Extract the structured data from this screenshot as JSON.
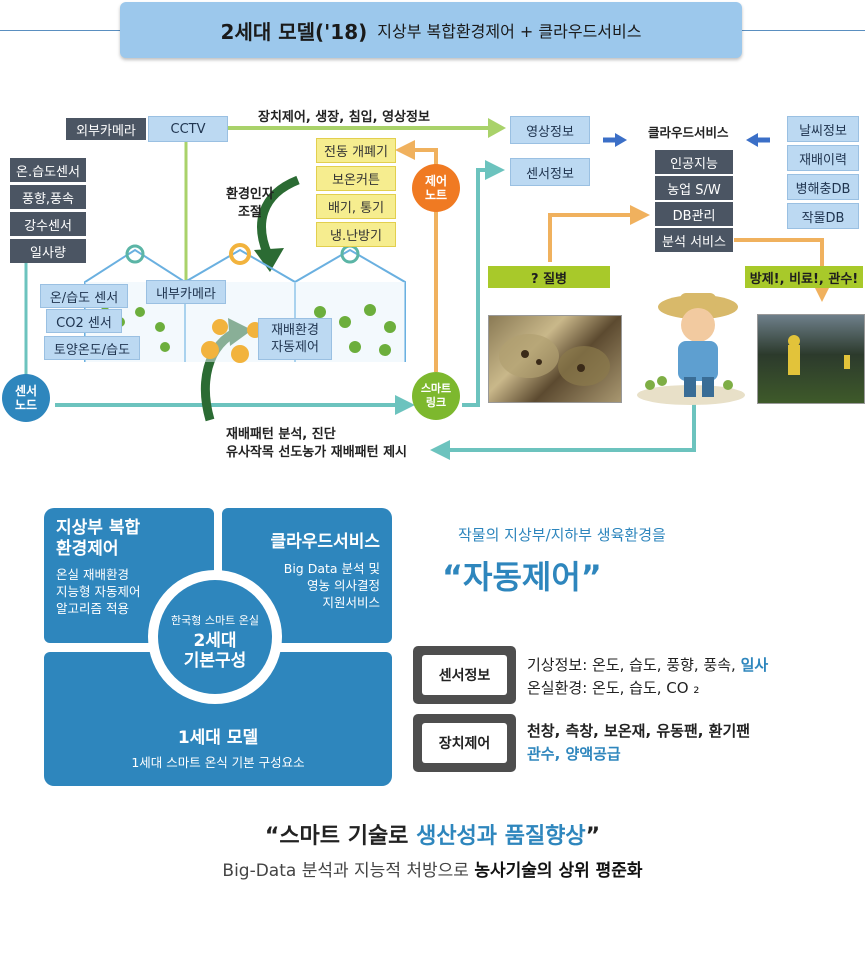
{
  "header": {
    "title_main": "2세대 모델('18)",
    "title_sub": "지상부 복합환경제어 + 클라우드서비스"
  },
  "diagram": {
    "external_camera": "외부카메라",
    "cctv": "CCTV",
    "top_flow_label": "장치제어, 생장, 침입, 영상정보",
    "video_info": "영상정보",
    "sensor_info_box": "센서정보",
    "cloud_title": "클라우드서비스",
    "cloud_items": [
      "인공지능",
      "농업 S/W",
      "DB관리",
      "분석 서비스"
    ],
    "cloud_sources": [
      "날씨정보",
      "재배이력",
      "병해충DB",
      "작물DB"
    ],
    "left_sensors": [
      "온.습도센서",
      "풍향,풍속",
      "강수센서",
      "일사량"
    ],
    "actuators": [
      "전동 개폐기",
      "보온커튼",
      "배기, 통기",
      "냉.난방기"
    ],
    "control_node_l1": "제어",
    "control_node_l2": "노트",
    "env_factor_l1": "환경인자",
    "env_factor_l2": "조절",
    "inner_sensors": [
      "온/습도 센서",
      "CO2 센서",
      "토양온도/습도"
    ],
    "inner_camera": "내부카메라",
    "cultivation_l1": "재배환경",
    "cultivation_l2": "자동제어",
    "sensor_node_l1": "센서",
    "sensor_node_l2": "노드",
    "smart_link_l1": "스마트",
    "smart_link_l2": "링크",
    "disease_label": "? 질병",
    "action_label": "방제!, 비료!, 관수!",
    "bottom_flow_l1": "재배패턴 분석, 진단",
    "bottom_flow_l2": "유사작목 선도농가 재배패턴 제시"
  },
  "composition": {
    "panel_a_title_l1": "지상부 복합",
    "panel_a_title_l2": "환경제어",
    "panel_a_lines": [
      "온실 재배환경",
      "지능형 자동제어",
      "알고리즘 적용"
    ],
    "panel_b_title": "클라우드서비스",
    "panel_b_lines": [
      "Big Data 분석 및",
      "영농 의사결정",
      "지원서비스"
    ],
    "panel_c_title": "1세대 모델",
    "panel_c_text": "1세대 스마트 온식 기본 구성요소",
    "center_small": "한국형 스마트 온실",
    "center_l1": "2세대",
    "center_l2": "기본구성"
  },
  "auto_control": {
    "subtitle": "작물의 지상부/지하부 생육환경을",
    "headline": "“자동제어”",
    "sensor_tag": "센서정보",
    "sensor_line1_a": "기상정보: 온도, 습도, 풍향, 풍속, ",
    "sensor_line1_b": "일사",
    "sensor_line2": "온실환경: 온도, 습도, CO ₂",
    "device_tag": "장치제어",
    "device_line1": "천창, 측창, 보온재, 유동팬, 환기팬",
    "device_line2": "관수, 양액공급"
  },
  "footer": {
    "quote_open": "“스마트 기술로 ",
    "quote_highlight": "생산성과 품질향상",
    "quote_close": "”",
    "line2_a": "Big-Data 분석과 지능적 처방으로 ",
    "line2_b": "농사기술의 상위 평준화"
  },
  "colors": {
    "accent_blue": "#2e86bd",
    "title_bg": "#9cc8ec",
    "arrow_teal": "#6cc3be",
    "arrow_orange": "#f0b15e",
    "arrow_green": "#2b6b33",
    "control_orange": "#f07a22",
    "smartlink_green": "#7db82e"
  }
}
